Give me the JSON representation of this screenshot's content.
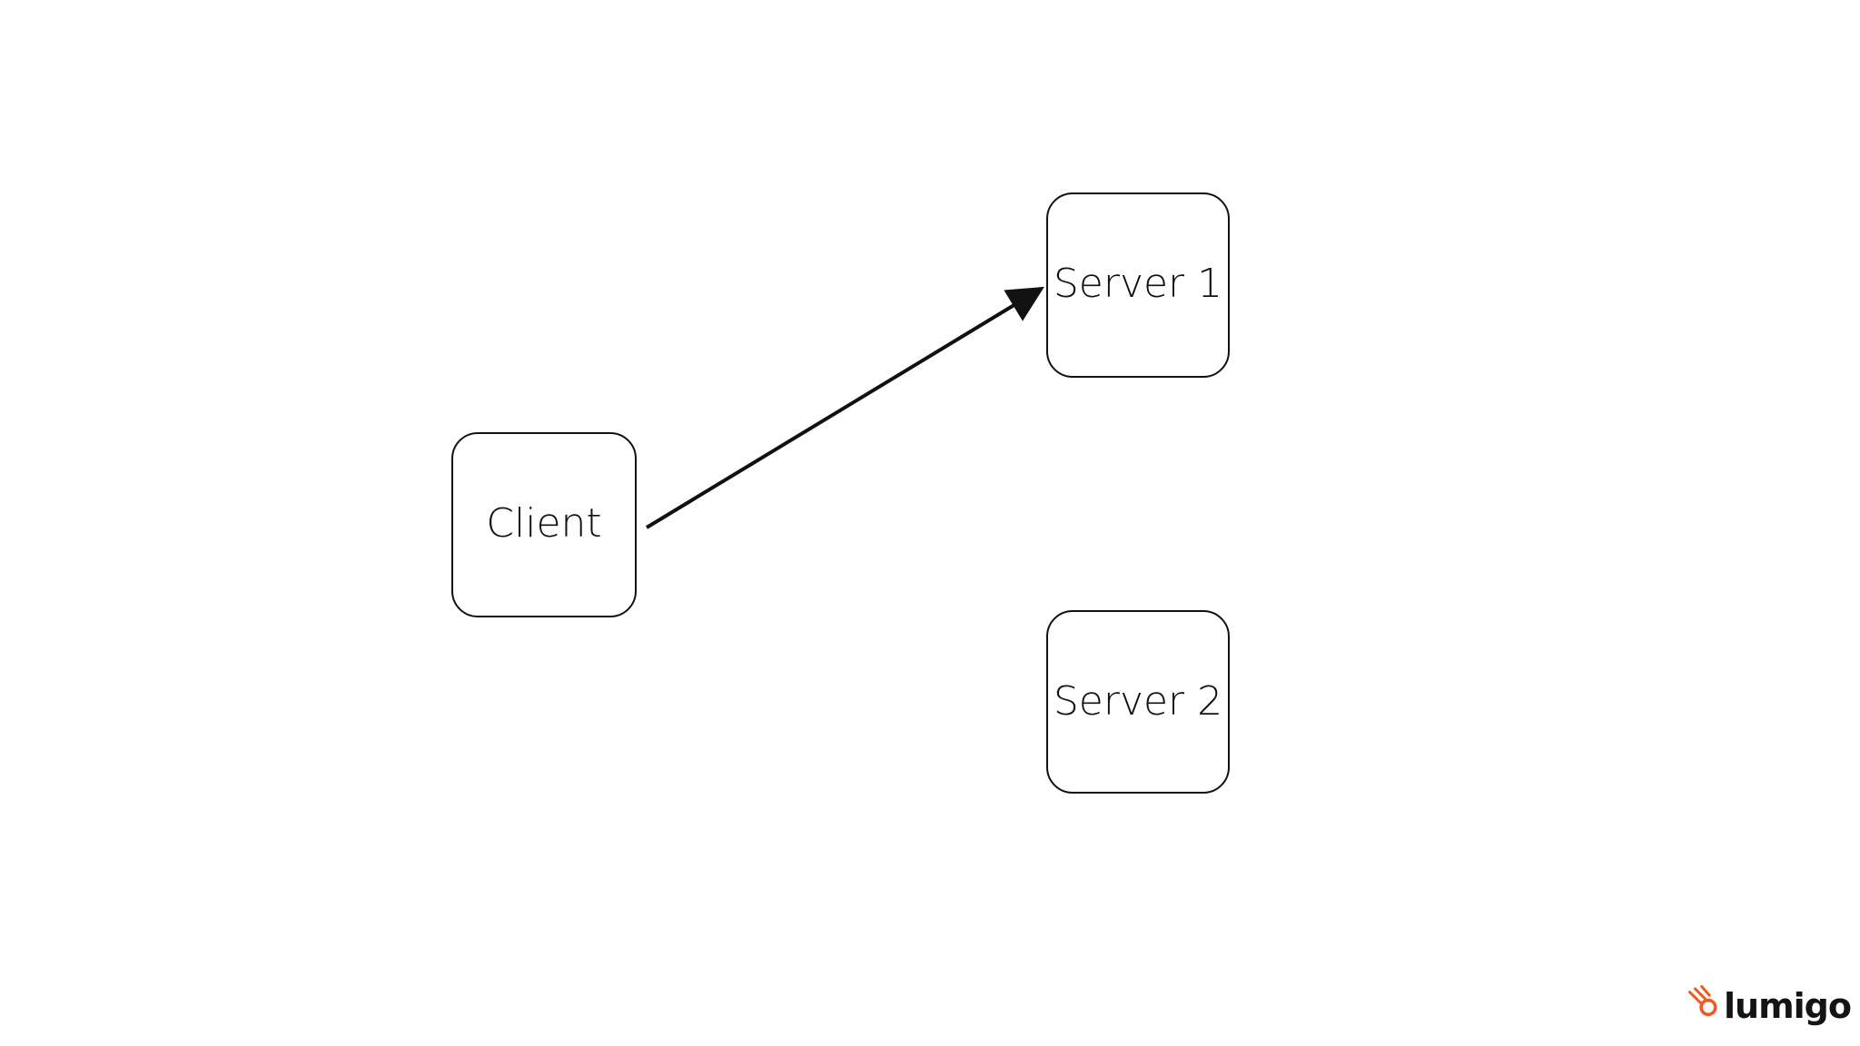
{
  "diagram": {
    "nodes": [
      {
        "id": "client",
        "label": "Client"
      },
      {
        "id": "server1",
        "label": "Server 1"
      },
      {
        "id": "server2",
        "label": "Server 2"
      }
    ],
    "edges": [
      {
        "from": "client",
        "to": "server1",
        "directed": true
      }
    ]
  },
  "logo": {
    "text": "lumigo",
    "accent_color": "#ee5a24",
    "icon": "lumigo-comet-icon"
  },
  "colors": {
    "background": "#ffffff",
    "stroke": "#111111"
  }
}
